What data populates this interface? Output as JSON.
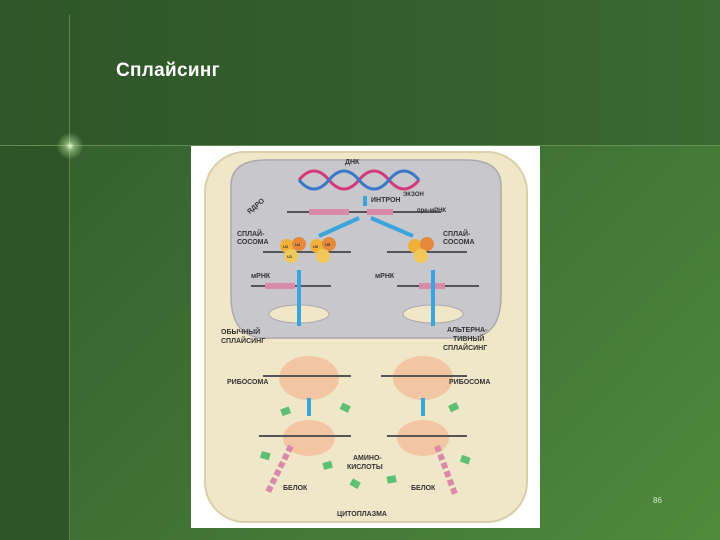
{
  "slide": {
    "title": "Сплайсинг",
    "page_number": "86"
  },
  "diagram": {
    "labels": {
      "dna": "ДНК",
      "intron": "ИНТРОН",
      "exon": "ЭКЗОН",
      "pre_mrna": "пре-мРНК",
      "core": "ЯДРО",
      "spliceosome_left_1": "СПЛАЙ-",
      "spliceosome_left_2": "СОСОМА",
      "spliceosome_right_1": "СПЛАЙ-",
      "spliceosome_right_2": "СОСОМА",
      "mrna_left": "мРНК",
      "mrna_right": "мРНК",
      "normal_1": "ОБЫЧНЫЙ",
      "normal_2": "СПЛАЙСИНГ",
      "alt_1": "АЛЬТЕРНА-",
      "alt_2": "ТИВНЫЙ",
      "alt_3": "СПЛАЙСИНГ",
      "ribosome_left": "РИБОСОМА",
      "ribosome_right": "РИБОСОМА",
      "amino_1": "АМИНО-",
      "amino_2": "КИСЛОТЫ",
      "protein_left": "БЕЛОК",
      "protein_right": "БЕЛОК",
      "cytoplasm": "ЦИТОПЛАЗМА"
    },
    "snrnp": [
      "U2",
      "U4",
      "U6",
      "U5",
      "U1"
    ],
    "colors": {
      "cell": "#f0e6c8",
      "nucleus": "#c9c9cc",
      "arrow": "#3aa4dc",
      "ribosome": "#f3c6a3",
      "dna_a": "#d33a7a",
      "dna_b": "#3a78c8",
      "amino": "#5bbf74"
    }
  }
}
